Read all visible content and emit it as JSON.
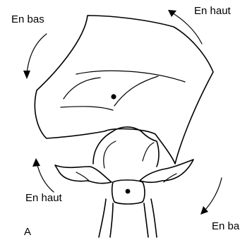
{
  "figure": {
    "panel_label": "A",
    "rotation_labels": {
      "top_left": "En bas",
      "top_right": "En haut",
      "bottom_left": "En haut",
      "bottom_right": "En ba"
    }
  }
}
